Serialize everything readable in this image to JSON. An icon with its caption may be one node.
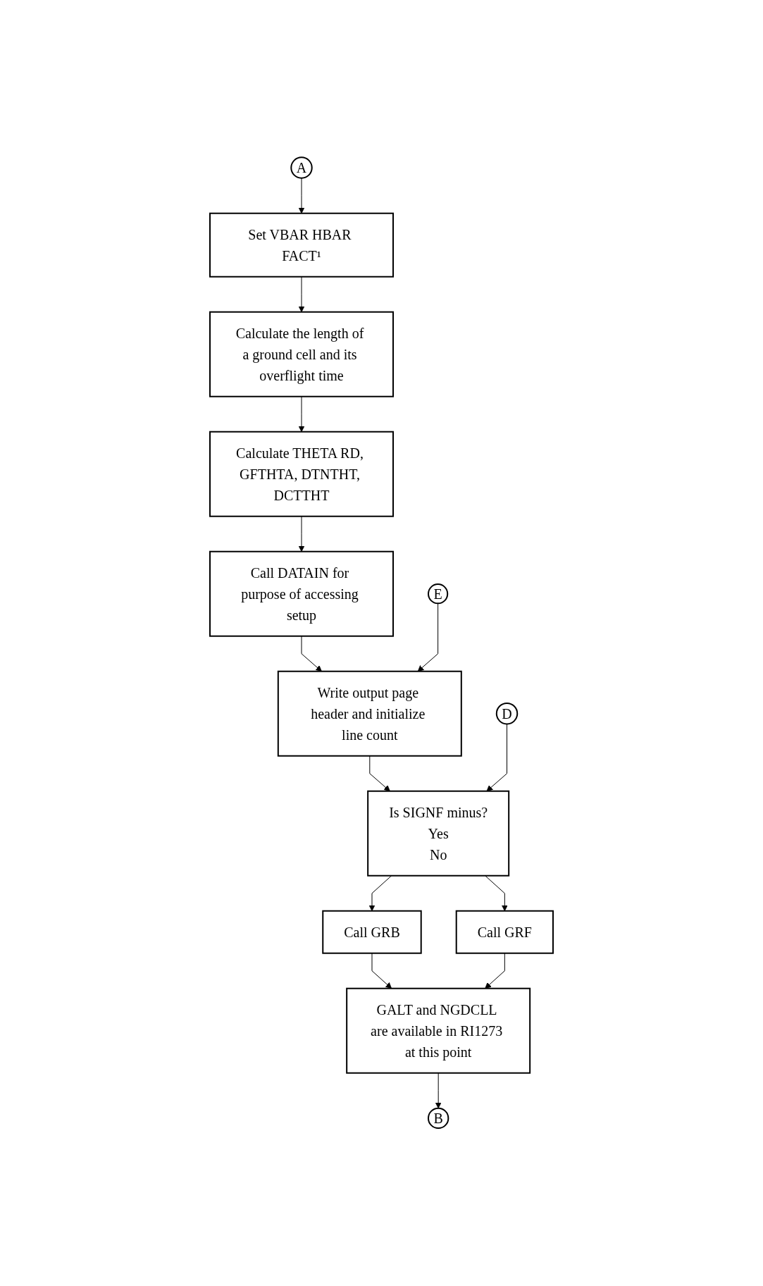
{
  "diagram": {
    "nodes": [
      {
        "text": [
          "A"
        ]
      },
      {
        "text": [
          "Set VBAR HBAR FACT¹"
        ]
      },
      {
        "text": [
          "Calculate the length of a ground cell and its overflight time"
        ]
      },
      {
        "text": [
          "Calculate THETA RD, GFTHTA, DTNTHT, DCTTHT"
        ]
      },
      {
        "text": [
          "Call DATAIN for purpose of accessing setup"
        ]
      },
      {
        "text": [
          "E"
        ]
      },
      {
        "text": [
          "Write output page header and initialize line count"
        ]
      },
      {
        "text": [
          "D"
        ]
      },
      {
        "text": [
          "Is SIGNF minus?",
          "Yes",
          "No"
        ]
      },
      {
        "text": [
          "Call GRB"
        ]
      },
      {
        "text": [
          "Call GRF"
        ]
      },
      {
        "text": [
          "GALT and NGDCLL are available in RI1273 at this point"
        ]
      },
      {
        "text": [
          "B"
        ]
      }
    ],
    "edges": [
      {
        "from": 0,
        "to": 1,
        "arrow": "to"
      },
      {
        "from": 1,
        "to": 2,
        "arrow": "to"
      },
      {
        "from": 2,
        "to": 3,
        "arrow": "to"
      },
      {
        "from": 3,
        "to": 4,
        "arrow": "to"
      },
      {
        "from": 4,
        "to": 6,
        "arrow": "to"
      },
      {
        "from": 5,
        "to": 6,
        "arrow": "to"
      },
      {
        "from": 6,
        "to": 8,
        "arrow": "to"
      },
      {
        "from": 7,
        "to": 8,
        "arrow": "to"
      },
      {
        "from": 8,
        "to": 9,
        "arrow": "to"
      },
      {
        "from": 8,
        "to": 10,
        "arrow": "to"
      },
      {
        "from": 9,
        "to": 11,
        "arrow": "to"
      },
      {
        "from": 10,
        "to": 11,
        "arrow": "to"
      },
      {
        "from": 11,
        "to": 12,
        "arrow": "to"
      }
    ]
  }
}
